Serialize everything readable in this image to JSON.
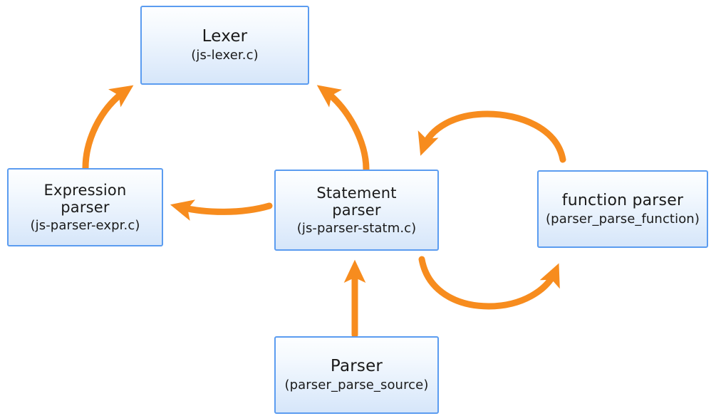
{
  "diagram": {
    "background": "#ffffff",
    "node_border_color": "#5b9cf0",
    "node_fill_top": "#fdfeff",
    "node_fill_bottom": "#d6e6fa",
    "arrow_color": "#f78c1e",
    "nodes": [
      {
        "id": "lexer",
        "title": "Lexer",
        "subtitle": "(js-lexer.c)"
      },
      {
        "id": "expression-parser",
        "title": "Expression\nparser",
        "subtitle": "(js-parser-expr.c)"
      },
      {
        "id": "statement-parser",
        "title": "Statement\nparser",
        "subtitle": "(js-parser-statm.c)"
      },
      {
        "id": "function-parser",
        "title": "function parser",
        "subtitle": "(parser_parse_function)"
      },
      {
        "id": "parser",
        "title": "Parser",
        "subtitle": "(parser_parse_source)"
      }
    ],
    "edges": [
      {
        "id": "expression-parser-to-lexer",
        "from": "expression-parser",
        "to": "lexer"
      },
      {
        "id": "statement-parser-to-lexer",
        "from": "statement-parser",
        "to": "lexer"
      },
      {
        "id": "function-parser-to-statement-parser",
        "from": "function-parser",
        "to": "statement-parser"
      },
      {
        "id": "statement-parser-to-function-parser",
        "from": "statement-parser",
        "to": "function-parser"
      },
      {
        "id": "statement-parser-to-expression-parser",
        "from": "statement-parser",
        "to": "expression-parser"
      },
      {
        "id": "parser-to-statement-parser",
        "from": "parser",
        "to": "statement-parser"
      }
    ]
  }
}
